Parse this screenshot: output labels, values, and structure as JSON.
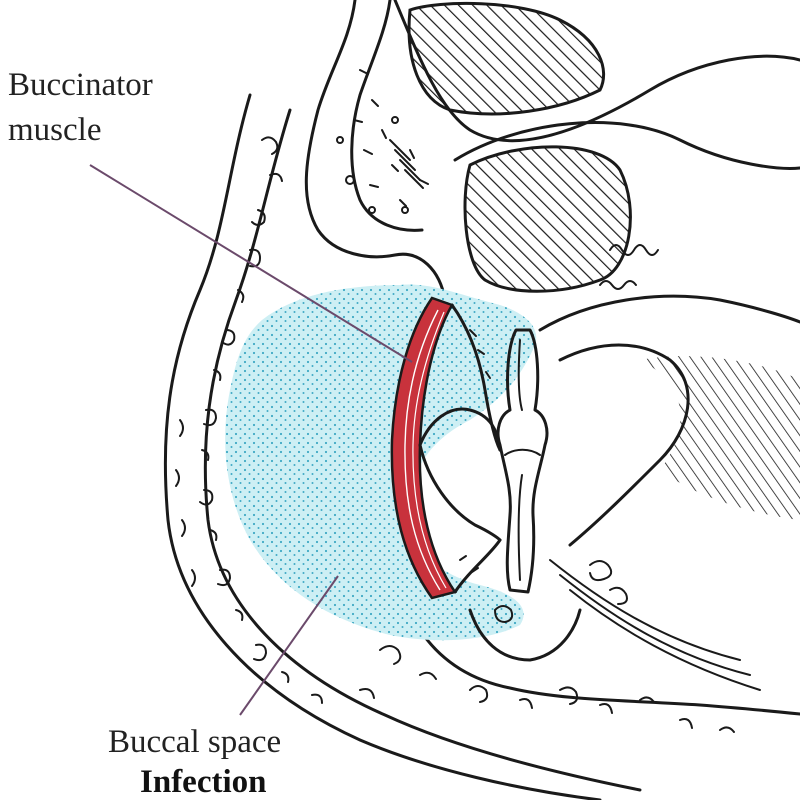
{
  "labels": {
    "buccinator_line1": "Buccinator",
    "buccinator_line2": "muscle",
    "buccal_line1": "Buccal space",
    "buccal_line2": "Infection"
  },
  "colors": {
    "infection_fill": "#cdeff4",
    "infection_dots": "#3fa9c4",
    "muscle_fill": "#c8323c",
    "leader_line": "#6b4a6b",
    "ink": "#1a1a1a"
  }
}
